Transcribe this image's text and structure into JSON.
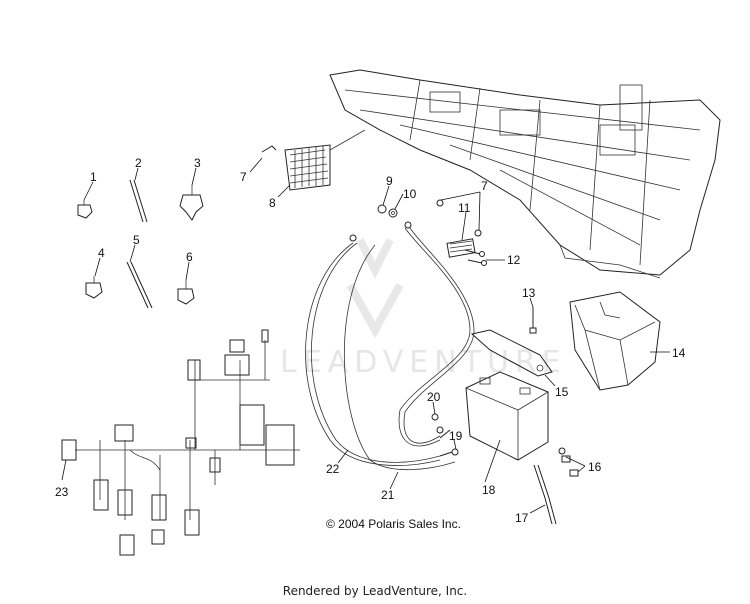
{
  "callouts": [
    "1",
    "2",
    "3",
    "4",
    "5",
    "6",
    "7",
    "8",
    "9",
    "10",
    "7",
    "11",
    "12",
    "13",
    "14",
    "15",
    "20",
    "19",
    "22",
    "21",
    "18",
    "16",
    "17",
    "23"
  ],
  "copyright": "© 2004 Polaris Sales Inc.",
  "watermark": "LEADVENTURE",
  "footer": "Rendered by LeadVenture, Inc."
}
